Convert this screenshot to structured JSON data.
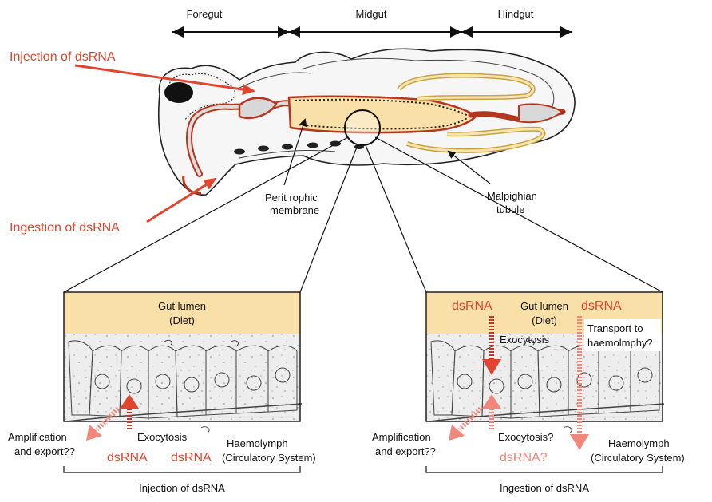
{
  "regions": {
    "foregut": "Foregut",
    "midgut": "Midgut",
    "hindgut": "Hindgut"
  },
  "insect": {
    "injection_label": "Injection of dsRNA",
    "ingestion_label": "Ingestion of dsRNA",
    "peritrophic_line1": "Perit rophic",
    "peritrophic_line2": "membrane",
    "malpighian_line1": "Malpighian",
    "malpighian_line2": "tubule"
  },
  "left_panel": {
    "lumen_line1": "Gut lumen",
    "lumen_line2": "(Diet)",
    "exocytosis": "Exocytosis",
    "amplification_line1": "Amplification",
    "amplification_line2": "and export??",
    "dsrna_a": "dsRNA",
    "dsrna_b": "dsRNA",
    "haemolymph_line1": "Haemolymph",
    "haemolymph_line2": "(Circulatory System)",
    "caption": "Injection of dsRNA"
  },
  "right_panel": {
    "lumen_line1": "Gut lumen",
    "lumen_line2": "(Diet)",
    "dsrna_left": "dsRNA",
    "dsrna_right": "dsRNA",
    "exocytosis": "Exocytosis",
    "transport_line1": "Transport to",
    "transport_line2": "haemolmphy?",
    "exocytosis_q": "Exocytosis?",
    "amplification_line1": "Amplification",
    "amplification_line2": "and export??",
    "dsrna_q": "dsRNA?",
    "haemolymph_line1": "Haemolymph",
    "haemolymph_line2": "(Circulatory System)",
    "caption": "Ingestion of dsRNA"
  },
  "colors": {
    "red": "#e0462e",
    "pink": "#f0877a",
    "lumen": "#f9dfa8",
    "gut_wall": "#b5361f",
    "gut_fill": "#d8d8d8"
  }
}
